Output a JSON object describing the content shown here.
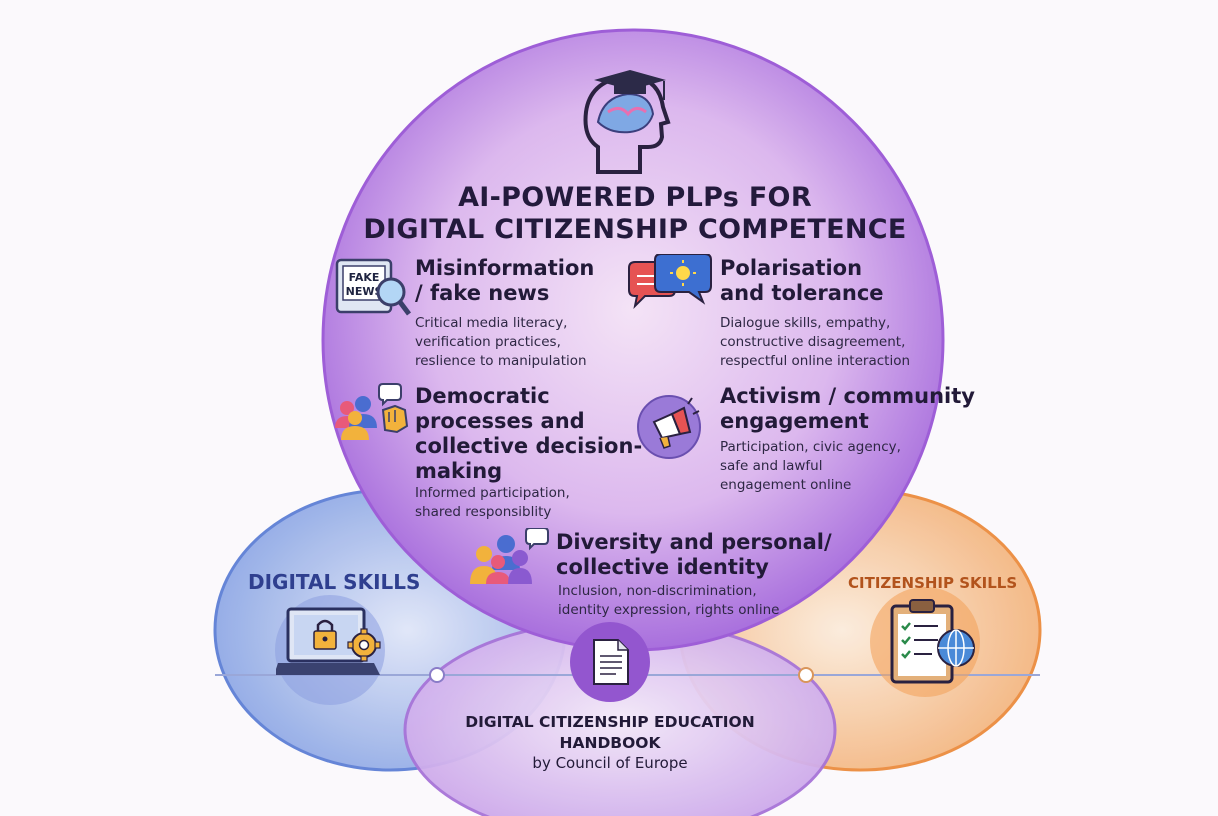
{
  "title": {
    "line1": "AI-POWERED PLPs FOR",
    "line2": "DIGITAL CITIZENSHIP COMPETENCE"
  },
  "topics": [
    {
      "title1": "Misinformation",
      "title2": "/ fake news",
      "title3": "",
      "desc1": "Critical media literacy,",
      "desc2": "verification practices,",
      "desc3": "reslience to manipulation",
      "icon": "fake-news-magnifier-icon",
      "icon_label1": "FAKE",
      "icon_label2": "NEWS"
    },
    {
      "title1": "Polarisation",
      "title2": "and tolerance",
      "title3": "",
      "desc1": "Dialogue skills, empathy,",
      "desc2": "constructive disagreement,",
      "desc3": "respectful online interaction",
      "icon": "speech-bubbles-icon"
    },
    {
      "title1": "Democratic",
      "title2": "processes and",
      "title3": "collective decision-",
      "title4": "making",
      "desc1": "Informed participation,",
      "desc2": "shared responsiblity",
      "icon": "group-raised-fist-icon"
    },
    {
      "title1": "Activism / community",
      "title2": "engagement",
      "desc1": "Participation, civic agency,",
      "desc2": "safe and lawful",
      "desc3": "engagement online",
      "icon": "megaphone-icon"
    },
    {
      "title1": "Diversity and personal/",
      "title2": "collective identity",
      "desc1": "Inclusion, non-discrimination,",
      "desc2": "identity expression, rights online",
      "icon": "diverse-people-icon"
    }
  ],
  "left_circle": {
    "label": "DIGITAL SKILLS",
    "icon": "laptop-lock-gear-icon",
    "color": "#2f3f8f"
  },
  "right_circle": {
    "label": "CITIZENSHIP SKILLS",
    "icon": "clipboard-globe-icon",
    "color": "#b2531c"
  },
  "bottom_circle": {
    "line1": "DIGITAL CITIZENSHIP EDUCATION",
    "line2": "HANDBOOK",
    "line3": "by Council of Europe",
    "icon": "document-icon"
  },
  "header_icon": "head-graduation-cap-icon",
  "colors": {
    "main": "#b07fe0",
    "left": "#7b9be0",
    "right": "#f0a060",
    "bottom": "#c7a6e8"
  }
}
